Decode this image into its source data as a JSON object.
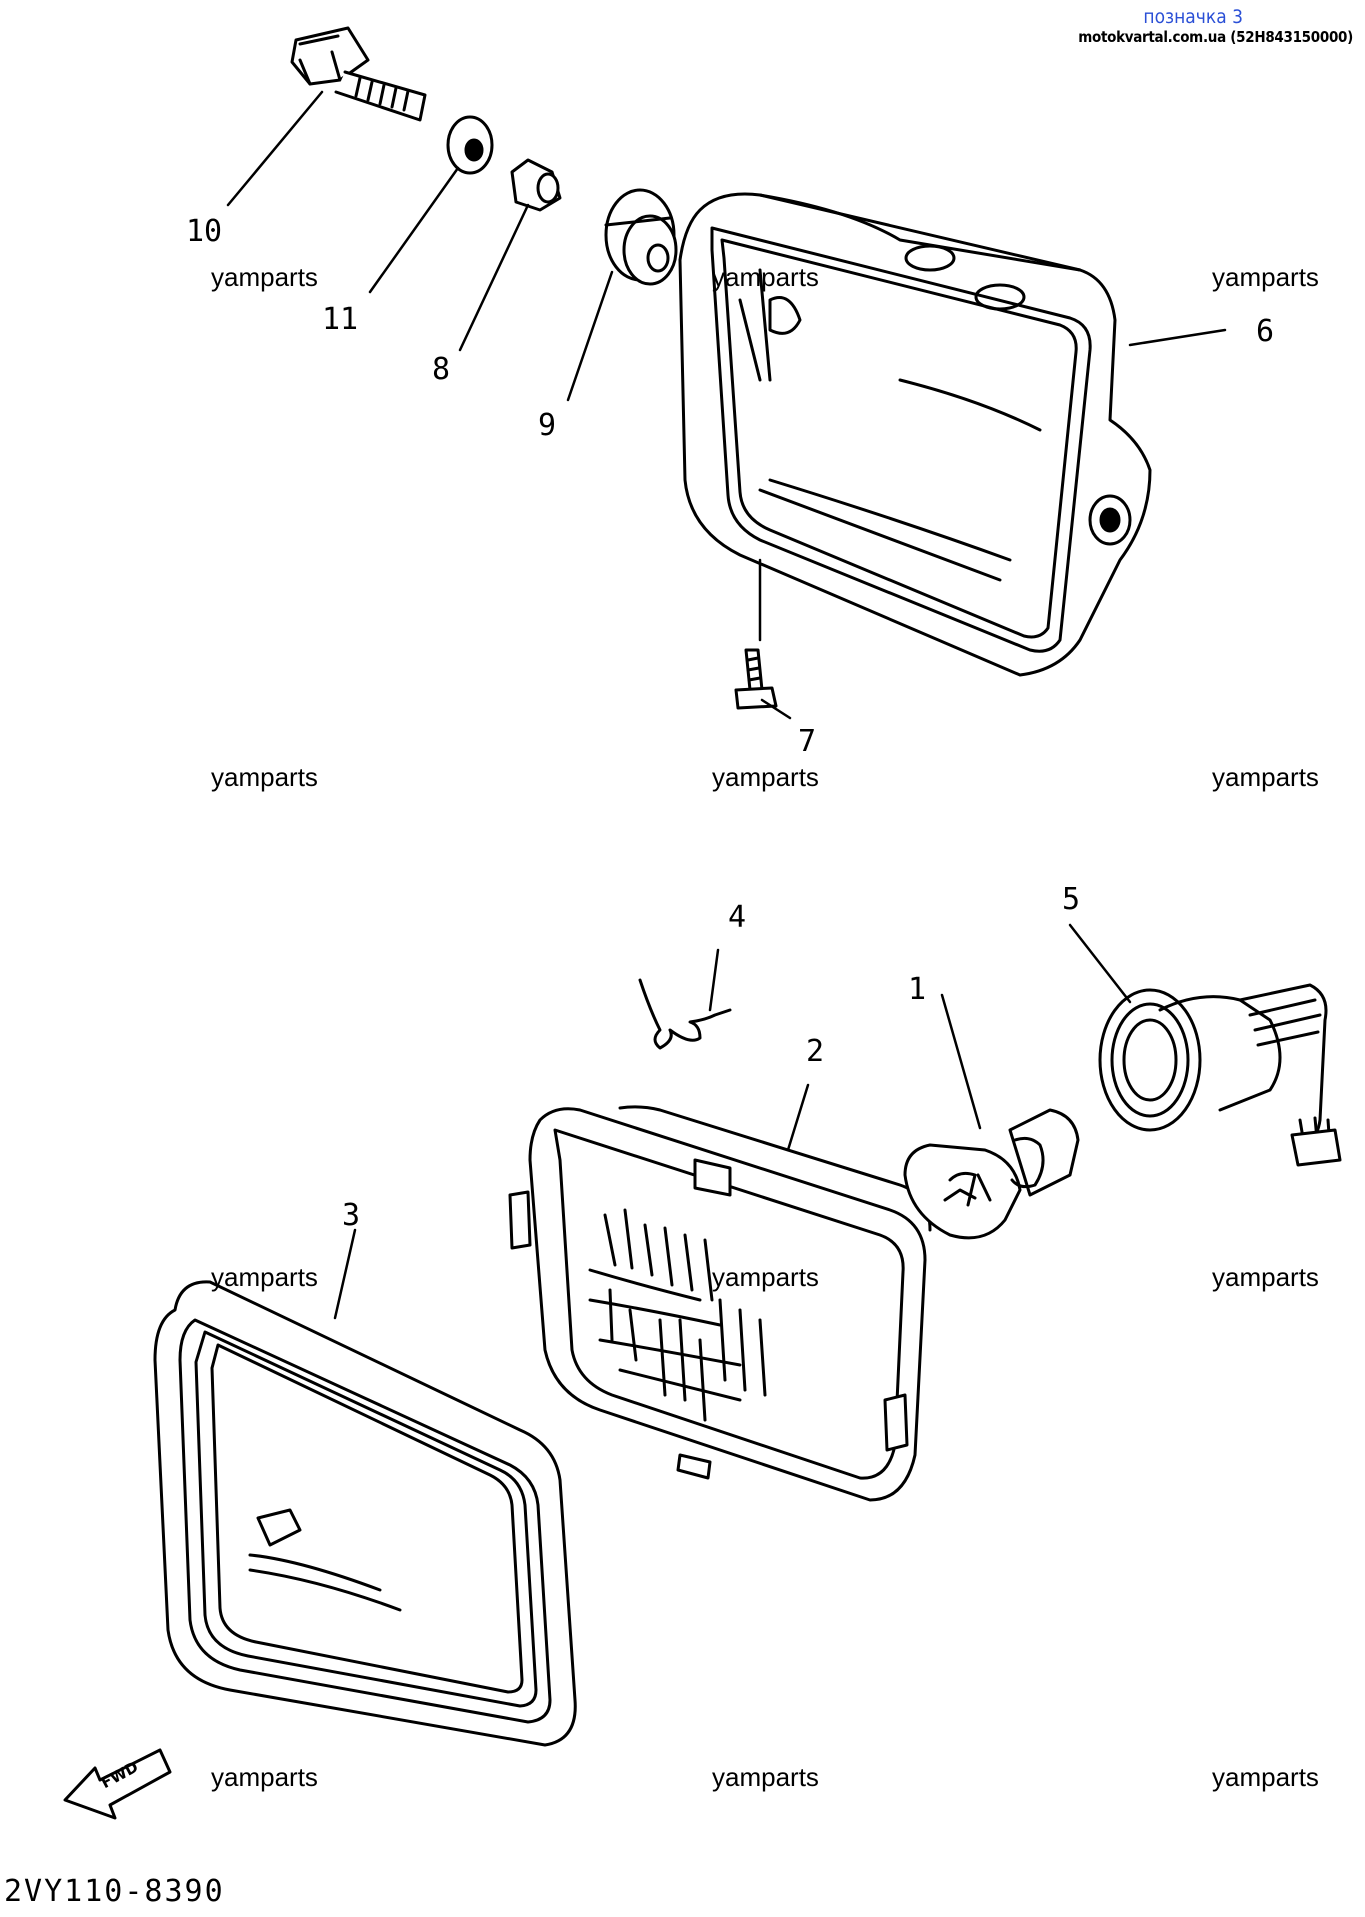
{
  "header": {
    "title": "позначка 3",
    "source": "motokvartal.com.ua (52H843150000)"
  },
  "watermark": "yamparts",
  "callouts": [
    "1",
    "2",
    "3",
    "4",
    "5",
    "6",
    "7",
    "8",
    "9",
    "10",
    "11"
  ],
  "fwd_label": "FWD",
  "diagram_code": "2VY110-8390"
}
